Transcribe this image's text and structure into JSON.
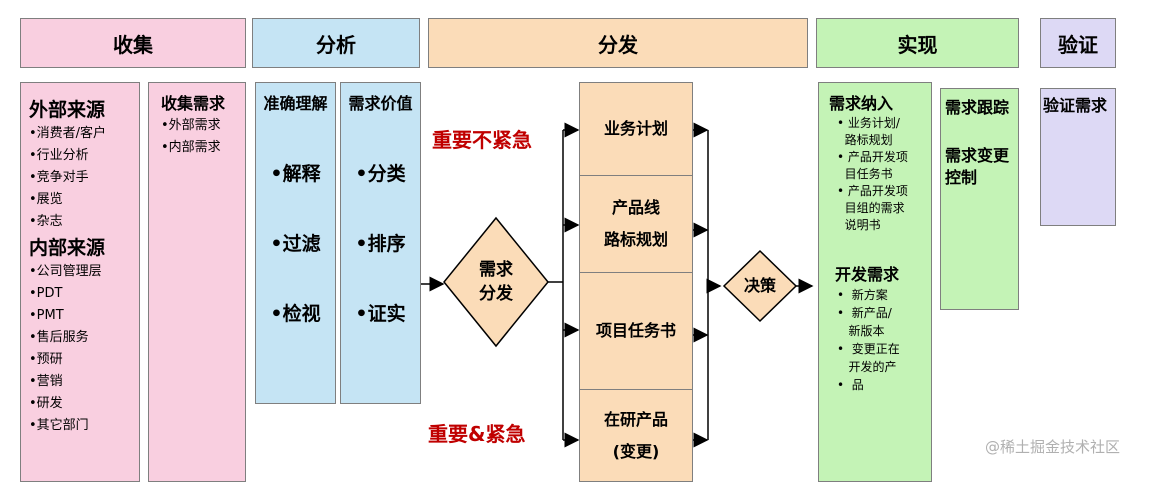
{
  "headers": {
    "collect": "收集",
    "analyze": "分析",
    "distribute": "分发",
    "implement": "实现",
    "verify": "验证"
  },
  "collect": {
    "external_title": "外部来源",
    "external_items": [
      "•消费者/客户",
      "•行业分析",
      "•竞争对手",
      "•展览",
      "•杂志"
    ],
    "internal_title": "内部来源",
    "internal_items": [
      "•公司管理层",
      "•PDT",
      "•PMT",
      "•售后服务",
      "•预研",
      "•营销",
      "•研发",
      "•其它部门"
    ],
    "needs_title": "收集需求",
    "needs_items": [
      "•外部需求",
      "•内部需求"
    ]
  },
  "analyze": {
    "understand_title": "准确理解",
    "understand_items": [
      "•解释",
      "•过滤",
      "•检视"
    ],
    "value_title": "需求价值",
    "value_items": [
      "•分类",
      "•排序",
      "•证实"
    ]
  },
  "distribute": {
    "priority_top": "重要不紧急",
    "priority_bottom": "重要&紧急",
    "diamond": [
      "需求",
      "分发"
    ],
    "flow_items": [
      [
        "业务计划"
      ],
      [
        "产品线",
        "路标规划"
      ],
      [
        "项目任务书"
      ],
      [
        "在研产品",
        "(变更)"
      ]
    ],
    "decision": "决策"
  },
  "implement": {
    "accept_title": "需求纳入",
    "accept_items": [
      "• 业务计划/",
      "  路标规划",
      "• 产品开发项",
      "  目任务书",
      "• 产品开发项",
      "  目组的需求",
      "  说明书"
    ],
    "dev_title": "开发需求",
    "dev_items": [
      "新方案",
      "新产品/",
      "新版本",
      "变更正在",
      "开发的产",
      "品"
    ],
    "track_title": "需求跟踪",
    "change_title_1": "需求变更",
    "change_title_2": "控制"
  },
  "verify": {
    "title": "验证需求"
  },
  "watermark": "@稀土掘金技术社区"
}
